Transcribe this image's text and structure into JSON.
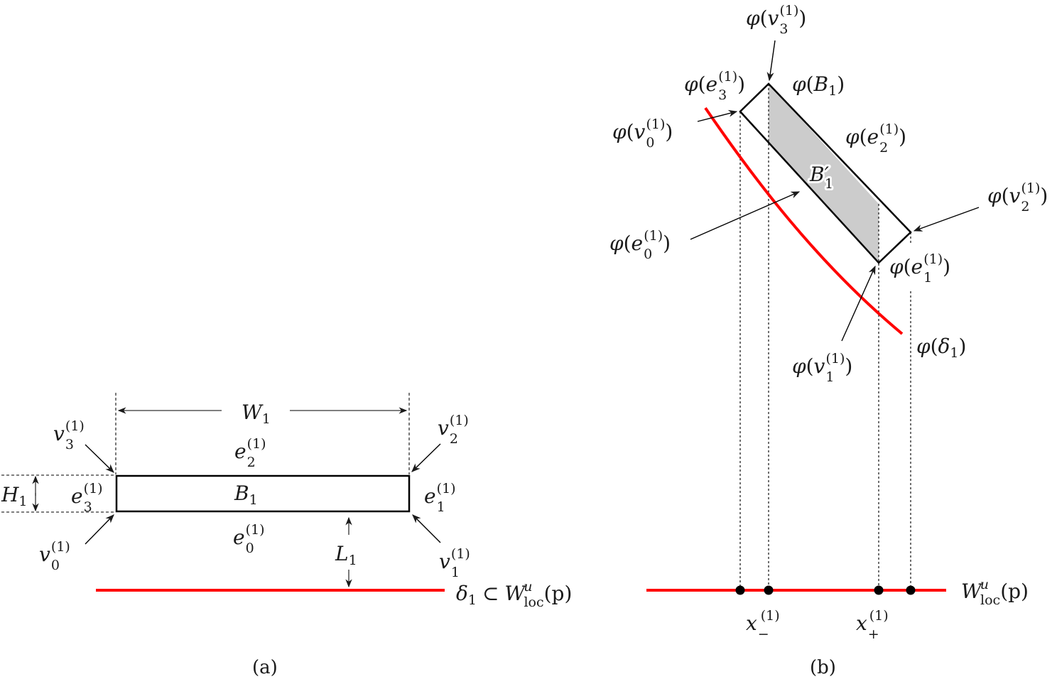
{
  "colors": {
    "manifold": "#ff0000",
    "box_stroke": "#000000",
    "shade": "#cccccc",
    "text": "#1a1a1a"
  },
  "panel_a": {
    "caption": "(a)",
    "width_label": {
      "base": "W",
      "sub": "1"
    },
    "height_label": {
      "base": "H",
      "sub": "1"
    },
    "distance_label": {
      "base": "L",
      "sub": "1"
    },
    "box_label": {
      "base": "B",
      "sub": "1"
    },
    "vertices": [
      {
        "base": "v",
        "sub": "0",
        "sup": "(1)"
      },
      {
        "base": "v",
        "sub": "1",
        "sup": "(1)"
      },
      {
        "base": "v",
        "sub": "2",
        "sup": "(1)"
      },
      {
        "base": "v",
        "sub": "3",
        "sup": "(1)"
      }
    ],
    "edges": [
      {
        "base": "e",
        "sub": "0",
        "sup": "(1)"
      },
      {
        "base": "e",
        "sub": "1",
        "sup": "(1)"
      },
      {
        "base": "e",
        "sub": "2",
        "sup": "(1)"
      },
      {
        "base": "e",
        "sub": "3",
        "sup": "(1)"
      }
    ],
    "curve_label": {
      "delta": "δ",
      "delta_sub": "1",
      "subset": "⊂",
      "W": "W",
      "sup": "u",
      "sub": "loc",
      "arg": "(p)"
    }
  },
  "panel_b": {
    "caption": "(b)",
    "phi": "φ",
    "image_box_label": {
      "base": "B",
      "sub": "1"
    },
    "sub_box_label": {
      "base": "B′",
      "sub": "1"
    },
    "vertices": [
      {
        "base": "v",
        "sub": "0",
        "sup": "(1)"
      },
      {
        "base": "v",
        "sub": "1",
        "sup": "(1)"
      },
      {
        "base": "v",
        "sub": "2",
        "sup": "(1)"
      },
      {
        "base": "v",
        "sub": "3",
        "sup": "(1)"
      }
    ],
    "edges": [
      {
        "base": "e",
        "sub": "0",
        "sup": "(1)"
      },
      {
        "base": "e",
        "sub": "1",
        "sup": "(1)"
      },
      {
        "base": "e",
        "sub": "2",
        "sup": "(1)"
      },
      {
        "base": "e",
        "sub": "3",
        "sup": "(1)"
      }
    ],
    "curve_label": {
      "base": "δ",
      "sub": "1"
    },
    "axis_label": {
      "W": "W",
      "sup": "u",
      "sub": "loc",
      "arg": "(p)"
    },
    "points": [
      {
        "base": "x",
        "sub": "−",
        "sup": "(1)"
      },
      {
        "base": "x",
        "sub": "+",
        "sup": "(1)"
      }
    ]
  }
}
